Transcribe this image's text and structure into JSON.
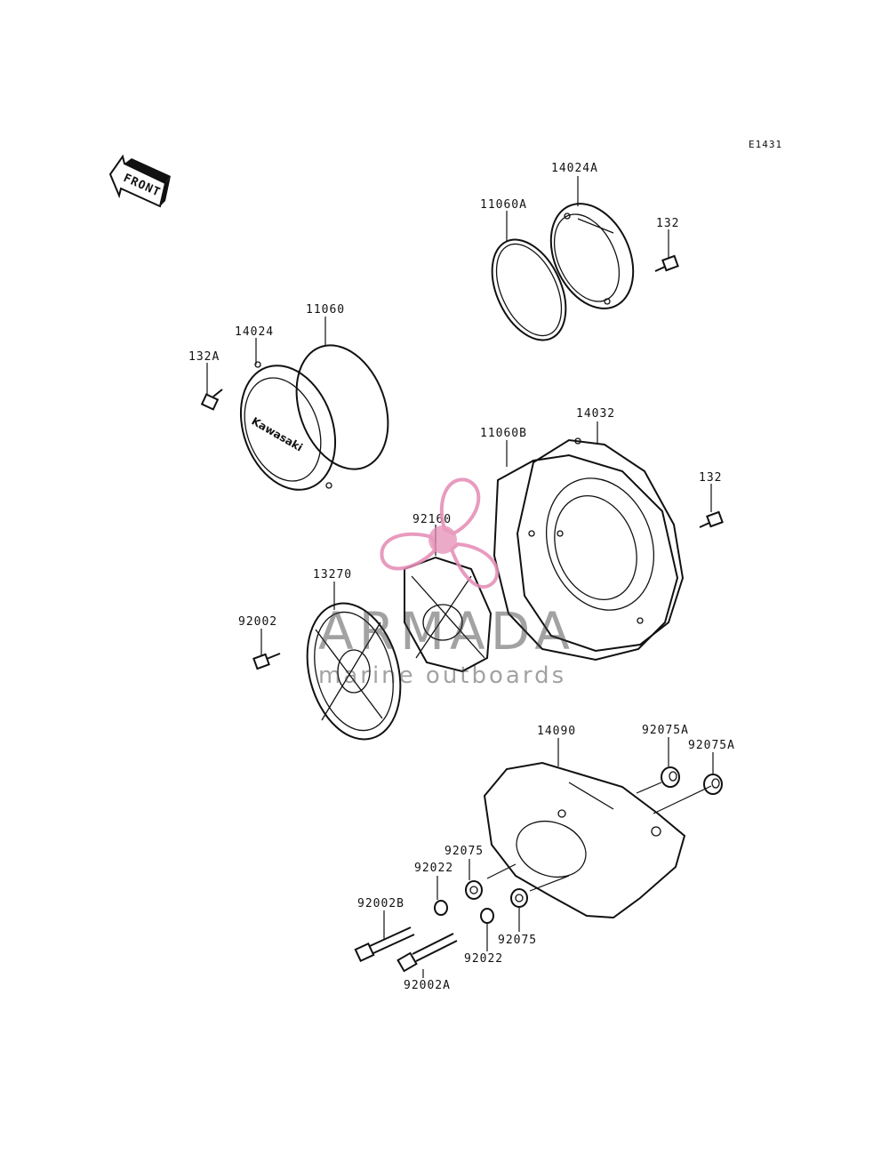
{
  "diagram_code": "E1431",
  "front_label": "FRONT",
  "watermark": {
    "brand": "ARMADA",
    "tagline": "marine outboards",
    "accent": "#e58ab5"
  },
  "parts": [
    {
      "id": "14024A",
      "label": "14024A"
    },
    {
      "id": "11060A",
      "label": "11060A"
    },
    {
      "id": "132-top",
      "label": "132"
    },
    {
      "id": "11060",
      "label": "11060"
    },
    {
      "id": "14024",
      "label": "14024"
    },
    {
      "id": "132A",
      "label": "132A"
    },
    {
      "id": "14032",
      "label": "14032"
    },
    {
      "id": "11060B",
      "label": "11060B"
    },
    {
      "id": "132-mid",
      "label": "132"
    },
    {
      "id": "92160",
      "label": "92160"
    },
    {
      "id": "13270",
      "label": "13270"
    },
    {
      "id": "92002",
      "label": "92002"
    },
    {
      "id": "14090",
      "label": "14090"
    },
    {
      "id": "92075A-1",
      "label": "92075A"
    },
    {
      "id": "92075A-2",
      "label": "92075A"
    },
    {
      "id": "92075-1",
      "label": "92075"
    },
    {
      "id": "92022-1",
      "label": "92022"
    },
    {
      "id": "92002B",
      "label": "92002B"
    },
    {
      "id": "92022-2",
      "label": "92022"
    },
    {
      "id": "92075-2",
      "label": "92075"
    },
    {
      "id": "92002A",
      "label": "92002A"
    }
  ]
}
